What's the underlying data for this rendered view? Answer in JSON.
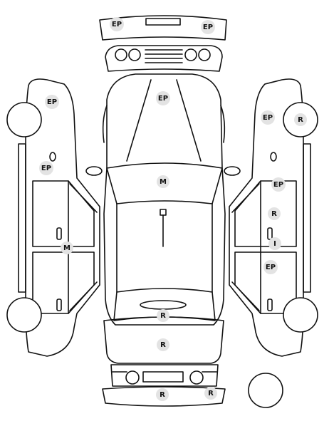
{
  "diagram": {
    "badge_color": "#e3e3e3",
    "line_color": "#111111",
    "markers": [
      {
        "id": "front-bumper-left",
        "code": "EP"
      },
      {
        "id": "front-bumper-right",
        "code": "EP"
      },
      {
        "id": "hood",
        "code": "EP"
      },
      {
        "id": "windshield",
        "code": "M"
      },
      {
        "id": "left-front-fender-top",
        "code": "EP"
      },
      {
        "id": "left-front-fender-bottom",
        "code": "EP"
      },
      {
        "id": "left-door-sill",
        "code": "M"
      },
      {
        "id": "right-front-fender",
        "code": "EP"
      },
      {
        "id": "right-front-wheel",
        "code": "R"
      },
      {
        "id": "right-front-door-top",
        "code": "EP"
      },
      {
        "id": "right-front-door",
        "code": "R"
      },
      {
        "id": "right-door-sill",
        "code": "I"
      },
      {
        "id": "right-rear-door",
        "code": "EP"
      },
      {
        "id": "rear-window",
        "code": "R"
      },
      {
        "id": "trunk",
        "code": "R"
      },
      {
        "id": "rear-bumper-left",
        "code": "R"
      },
      {
        "id": "rear-bumper-right",
        "code": "R"
      }
    ]
  }
}
